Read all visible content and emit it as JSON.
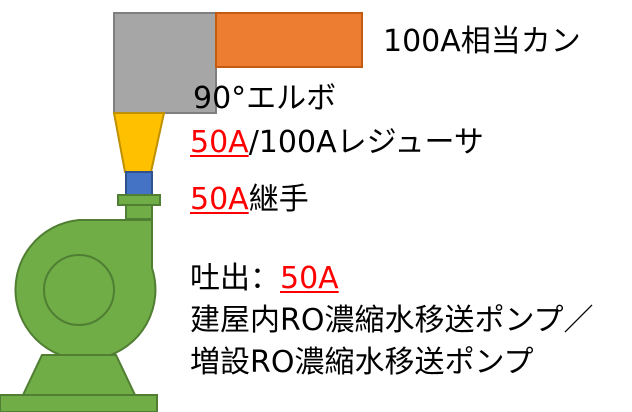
{
  "colors": {
    "elbow_gray": "#a6a6a6",
    "can_orange": "#ed7d31",
    "reducer_yellow": "#ffc000",
    "joint_blue": "#4472c4",
    "pump_green": "#70ad47",
    "stroke_dark_green": "#507e32",
    "size_red": "#ff0000",
    "text_black": "#000000"
  },
  "labels": {
    "can": "100A相当カン",
    "elbow": "90°エルボ",
    "reducer_size": "50A",
    "reducer_rest": "/100Aレジューサ",
    "joint_size": "50A",
    "joint_rest": "継手",
    "discharge_prefix": "吐出：",
    "discharge_size": "50A",
    "pump_line1": "建屋内RO濃縮水移送ポンプ／",
    "pump_line2": "増設RO濃縮水移送ポンプ"
  }
}
